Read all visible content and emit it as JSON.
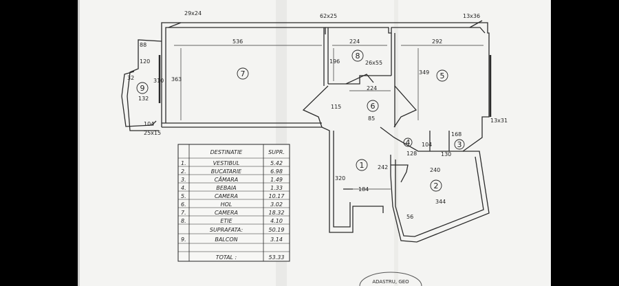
{
  "plan": {
    "rooms": [
      {
        "no": "1"
      },
      {
        "no": "2"
      },
      {
        "no": "3"
      },
      {
        "no": "4"
      },
      {
        "no": "5"
      },
      {
        "no": "6"
      },
      {
        "no": "7"
      },
      {
        "no": "8"
      },
      {
        "no": "9"
      }
    ],
    "dimensions": {
      "d29x24": "29x24",
      "d62x25": "62x25",
      "d13x36": "13x36",
      "d536": "536",
      "d224top": "224",
      "d292": "292",
      "d88": "88",
      "d120": "120",
      "d32": "32",
      "d310": "310",
      "d132": "132",
      "d363": "363",
      "d196": "196",
      "d26x55": "26x55",
      "d349": "349",
      "d224mid": "224",
      "d115": "115",
      "d85": "85",
      "d104": "104",
      "d25x15": "25x15",
      "d13x31": "13x31",
      "d168": "168",
      "d128": "128",
      "d104b": "104",
      "d130": "130",
      "d242": "242",
      "d320": "320",
      "d184": "184",
      "d240": "240",
      "d344": "344",
      "d56": "56"
    }
  },
  "legend": {
    "header": {
      "name": "DESTINATIE",
      "area": "SUPR."
    },
    "rows": [
      {
        "no": "1.",
        "name": "VESTIBUL",
        "area": "5.42"
      },
      {
        "no": "2.",
        "name": "BUCATARIE",
        "area": "6.98"
      },
      {
        "no": "3.",
        "name": "CĂMARA",
        "area": "1.49"
      },
      {
        "no": "4.",
        "name": "BEBAIA",
        "area": "1.33"
      },
      {
        "no": "5.",
        "name": "CAMERA",
        "area": "10.17"
      },
      {
        "no": "6.",
        "name": "HOL",
        "area": "3.02"
      },
      {
        "no": "7.",
        "name": "CAMERA",
        "area": "18.32"
      },
      {
        "no": "8.",
        "name": "ETIE",
        "area": "4.10"
      },
      {
        "no": "",
        "name": "SUPRAFATA:",
        "area": "50.19"
      },
      {
        "no": "9.",
        "name": "BALCON",
        "area": "3.14"
      },
      {
        "no": "",
        "name": "TOTAL :",
        "area": "53.33"
      }
    ]
  },
  "stamp": {
    "text": "ADASTRU, GEO"
  }
}
